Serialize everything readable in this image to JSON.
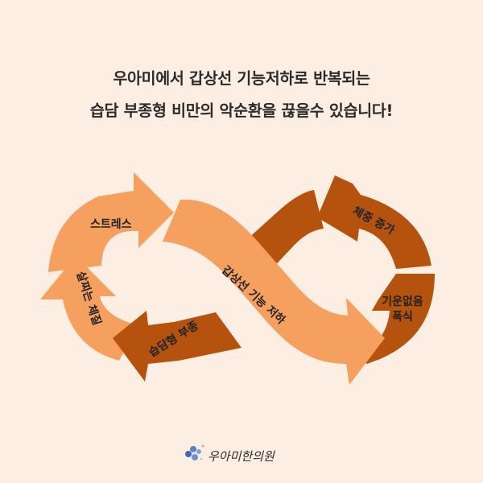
{
  "headline": {
    "line1": "우아미에서 갑상선 기능저하로 반복되는",
    "line2": "습담 부종형 비만의 악순환을 끊을수 있습니다!"
  },
  "cycle": {
    "stress": "스트레스",
    "weight_gain": "체중 증가",
    "hypothyroid": "갑상선 기능 저하",
    "overeating_1": "기운없음",
    "overeating_2": "폭식",
    "edema": "습담형 부종",
    "obese_body": "살찌는 체질"
  },
  "logo": {
    "text": "우아미한의원"
  },
  "colors": {
    "light": "#f5a05f",
    "dark": "#b4520e",
    "background": "#fdeee3"
  }
}
